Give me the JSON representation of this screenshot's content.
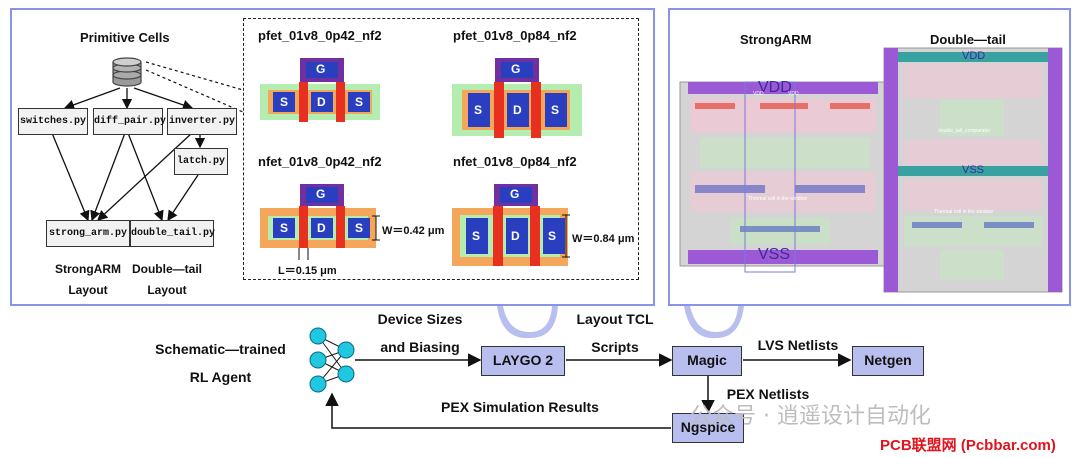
{
  "primitive": {
    "title": "Primitive Cells",
    "files": {
      "switches": "switches.py",
      "diff_pair": "diff_pair.py",
      "inverter": "inverter.py",
      "latch": "latch.py",
      "strong_arm": "strong_arm.py",
      "double_tail": "double_tail.py"
    },
    "outputs": {
      "strongarm_l1": "StrongARM",
      "strongarm_l2": "Layout",
      "doubletail_l1": "Double—tail",
      "doubletail_l2": "Layout"
    }
  },
  "cells": {
    "pfet_042": "pfet_01v8_0p42_nf2",
    "pfet_084": "pfet_01v8_0p84_nf2",
    "nfet_042": "nfet_01v8_0p42_nf2",
    "nfet_084": "nfet_01v8_0p84_nf2",
    "gate": "G",
    "source": "S",
    "drain": "D",
    "w_042": "W＝0.42 μm",
    "w_084": "W＝0.84 μm",
    "l": "L＝0.15 μm"
  },
  "layouts": {
    "strongarm_title": "StrongARM",
    "doubletail_title": "Double—tail",
    "vdd": "VDD",
    "vss": "VSS",
    "vdd_small_1": "VDD",
    "vdd_small_2": "VDD",
    "dt_label": "double_tail_comparator",
    "tail_cell": "Thermal cell in the window"
  },
  "flow": {
    "agent_l1": "Schematic—trained",
    "agent_l2": "RL Agent",
    "device_l1": "Device Sizes",
    "device_l2": "and Biasing",
    "laygo": "LAYGO 2",
    "tcl_l1": "Layout TCL",
    "tcl_l2": "Scripts",
    "magic": "Magic",
    "lvs": "LVS Netlists",
    "netgen": "Netgen",
    "pex": "PEX Netlists",
    "ngspice": "Ngspice",
    "pex_results": "PEX Simulation Results"
  },
  "watermark": {
    "text": "公众号 · 逍遥设计自动化",
    "brand": "PCB联盟网 (Pcbbar.com)"
  },
  "colors": {
    "panel_border": "#8a94e6",
    "flow_box": "#b8bfee",
    "gate_purple": "#7030a0",
    "poly_red": "#e83020",
    "diffusion_green": "#b5ecb0",
    "nwell_orange": "#f4a65a",
    "contact_blue": "#2a3fbf",
    "brand_red": "#e0141e"
  }
}
